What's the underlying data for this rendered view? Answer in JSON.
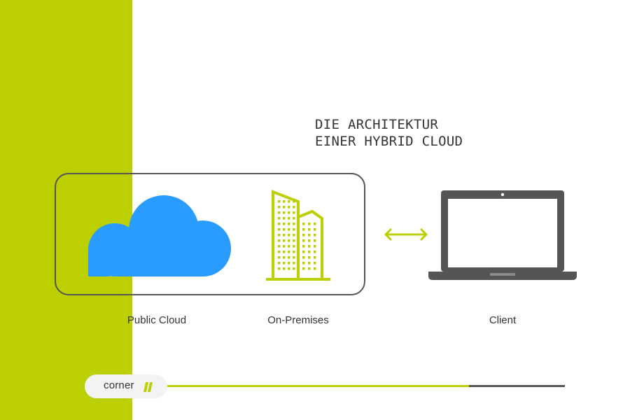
{
  "title": {
    "line1": "DIE ARCHITEKTUR",
    "line2": "EINER HYBRID CLOUD"
  },
  "nodes": {
    "public_cloud": "Public Cloud",
    "on_premises": "On-Premises",
    "client": "Client"
  },
  "logo": {
    "text": "corner"
  },
  "colors": {
    "accent": "#bccf00",
    "cloud": "#2b9cff",
    "dark": "#555555",
    "text": "#333333"
  },
  "icons": {
    "public_cloud": "cloud-icon",
    "on_premises": "buildings-icon",
    "connection": "double-arrow-icon",
    "client": "laptop-icon"
  }
}
